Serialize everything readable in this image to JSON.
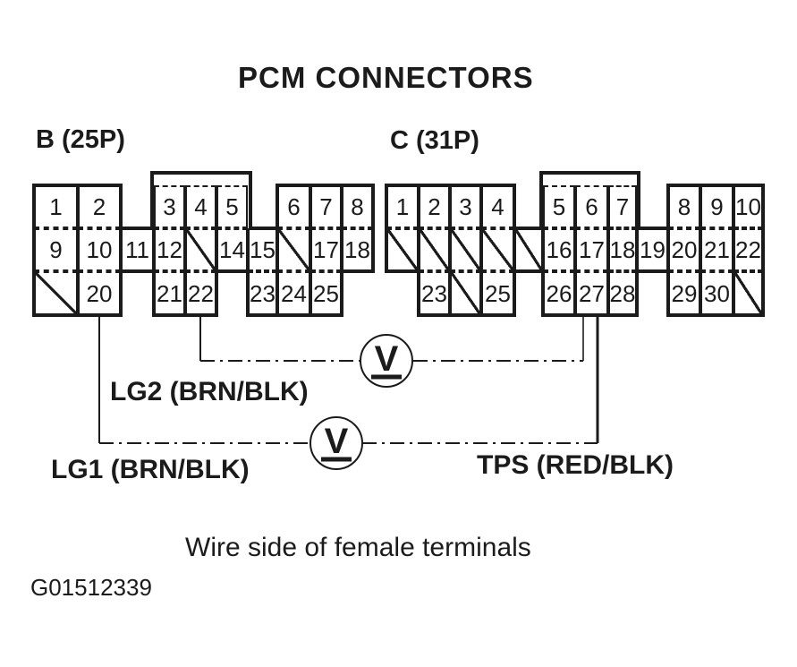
{
  "title": "PCM CONNECTORS",
  "caption": "Wire side of female terminals",
  "figure_id": "G01512339",
  "colors": {
    "ink": "#1b1b1b",
    "paper": "#ffffff"
  },
  "voltmeter": {
    "symbol": "V"
  },
  "wire_labels": {
    "lg2": "LG2 (BRN/BLK)",
    "lg1": "LG1 (BRN/BLK)",
    "tps": "TPS (RED/BLK)"
  },
  "connector_b": {
    "label": "B (25P)",
    "cells": [
      {
        "pin": "1",
        "col": 0,
        "row": 0
      },
      {
        "pin": "2",
        "col": 1,
        "row": 0
      },
      {
        "pin": "3",
        "col": 3,
        "row": 0
      },
      {
        "pin": "4",
        "col": 4,
        "row": 0
      },
      {
        "pin": "5",
        "col": 5,
        "row": 0
      },
      {
        "pin": "6",
        "col": 7,
        "row": 0
      },
      {
        "pin": "7",
        "col": 8,
        "row": 0
      },
      {
        "pin": "8",
        "col": 9,
        "row": 0
      },
      {
        "pin": "9",
        "col": 0,
        "row": 1
      },
      {
        "pin": "10",
        "col": 1,
        "row": 1
      },
      {
        "pin": "11",
        "col": 2,
        "row": 1
      },
      {
        "pin": "12",
        "col": 3,
        "row": 1
      },
      {
        "pin": "",
        "col": 4,
        "row": 1,
        "slash": true
      },
      {
        "pin": "14",
        "col": 5,
        "row": 1
      },
      {
        "pin": "15",
        "col": 6,
        "row": 1
      },
      {
        "pin": "",
        "col": 7,
        "row": 1,
        "slash": true
      },
      {
        "pin": "17",
        "col": 8,
        "row": 1
      },
      {
        "pin": "18",
        "col": 9,
        "row": 1
      },
      {
        "pin": "",
        "col": 0,
        "row": 2,
        "slash": true
      },
      {
        "pin": "20",
        "col": 1,
        "row": 2
      },
      {
        "pin": "21",
        "col": 3,
        "row": 2
      },
      {
        "pin": "22",
        "col": 4,
        "row": 2
      },
      {
        "pin": "23",
        "col": 6,
        "row": 2
      },
      {
        "pin": "24",
        "col": 7,
        "row": 2
      },
      {
        "pin": "25",
        "col": 8,
        "row": 2
      }
    ]
  },
  "connector_c": {
    "label": "C (31P)",
    "cells": [
      {
        "pin": "1",
        "col": 0,
        "row": 0
      },
      {
        "pin": "2",
        "col": 1,
        "row": 0
      },
      {
        "pin": "3",
        "col": 2,
        "row": 0
      },
      {
        "pin": "4",
        "col": 3,
        "row": 0
      },
      {
        "pin": "5",
        "col": 5,
        "row": 0
      },
      {
        "pin": "6",
        "col": 6,
        "row": 0
      },
      {
        "pin": "7",
        "col": 7,
        "row": 0
      },
      {
        "pin": "8",
        "col": 9,
        "row": 0
      },
      {
        "pin": "9",
        "col": 10,
        "row": 0
      },
      {
        "pin": "10",
        "col": 11,
        "row": 0
      },
      {
        "pin": "",
        "col": 0,
        "row": 1,
        "slash": true
      },
      {
        "pin": "",
        "col": 1,
        "row": 1,
        "slash": true
      },
      {
        "pin": "",
        "col": 2,
        "row": 1,
        "slash": true
      },
      {
        "pin": "",
        "col": 3,
        "row": 1,
        "slash": true
      },
      {
        "pin": "",
        "col": 4,
        "row": 1,
        "slash": true
      },
      {
        "pin": "16",
        "col": 5,
        "row": 1
      },
      {
        "pin": "17",
        "col": 6,
        "row": 1
      },
      {
        "pin": "18",
        "col": 7,
        "row": 1
      },
      {
        "pin": "19",
        "col": 8,
        "row": 1
      },
      {
        "pin": "20",
        "col": 9,
        "row": 1
      },
      {
        "pin": "21",
        "col": 10,
        "row": 1
      },
      {
        "pin": "22",
        "col": 11,
        "row": 1
      },
      {
        "pin": "23",
        "col": 1,
        "row": 2
      },
      {
        "pin": "",
        "col": 2,
        "row": 2,
        "slash": true
      },
      {
        "pin": "25",
        "col": 3,
        "row": 2
      },
      {
        "pin": "26",
        "col": 5,
        "row": 2
      },
      {
        "pin": "27",
        "col": 6,
        "row": 2
      },
      {
        "pin": "28",
        "col": 7,
        "row": 2
      },
      {
        "pin": "29",
        "col": 9,
        "row": 2
      },
      {
        "pin": "30",
        "col": 10,
        "row": 2
      },
      {
        "pin": "",
        "col": 11,
        "row": 2,
        "slash": true
      }
    ]
  }
}
